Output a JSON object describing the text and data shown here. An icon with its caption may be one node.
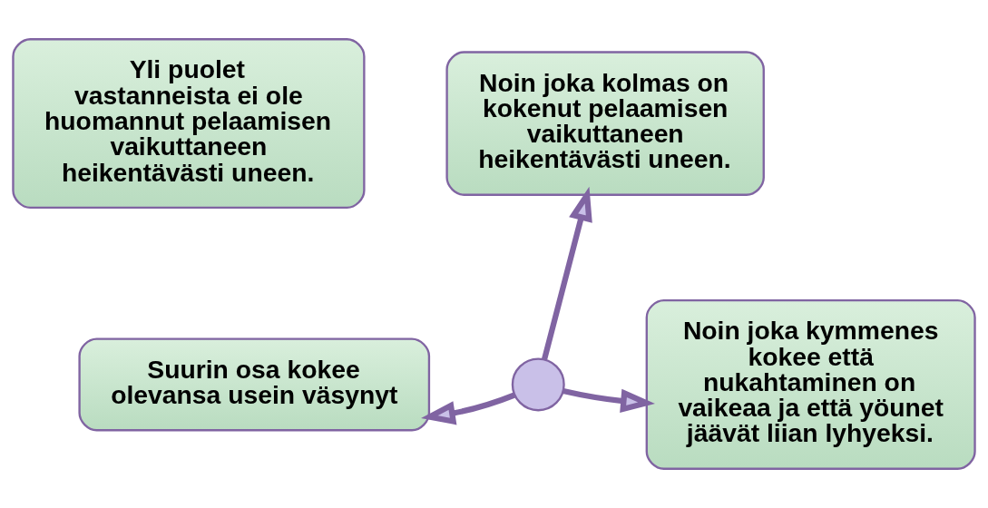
{
  "diagram": {
    "nodes": [
      {
        "text": [
          "Yli puolet vastanneista ei ole huomannut pelaamisen vaikuttaneen heikentävästi uneen."
        ]
      },
      {
        "text": [
          "Noin joka kolmas on kokenut pelaamisen vaikuttaneen heikentävästi uneen."
        ]
      },
      {
        "text": [
          "Suurin osa kokee olevansa usein väsynyt"
        ]
      },
      {
        "text": [
          "Noin joka kymmenes kokee että nukahtaminen on vaikeaa ja että yöunet jäävät liian lyhyeksi."
        ]
      },
      {
        "text": [],
        "shape": "circle"
      }
    ],
    "edges": [
      {
        "from": 4,
        "to": 1,
        "arrow": "to"
      },
      {
        "from": 4,
        "to": 2,
        "arrow": "to"
      },
      {
        "from": 4,
        "to": 3,
        "arrow": "to"
      }
    ]
  }
}
